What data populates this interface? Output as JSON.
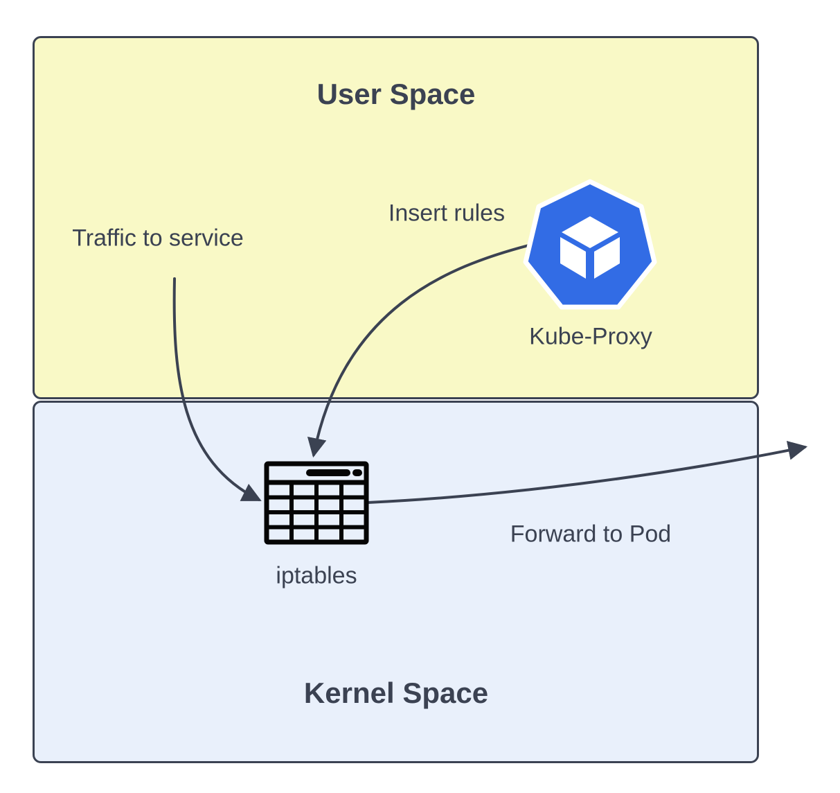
{
  "diagram": {
    "title_user_space": "User Space",
    "title_kernel_space": "Kernel Space",
    "labels": {
      "traffic_to_service": "Traffic to service",
      "insert_rules": "Insert rules",
      "kube_proxy": "Kube-Proxy",
      "iptables": "iptables",
      "forward_to_pod": "Forward to Pod"
    },
    "icons": {
      "kube_proxy_icon": "kubernetes-heptagon-with-cube",
      "iptables_icon": "table-grid"
    },
    "colors": {
      "canvas_background": "#ffffff",
      "user_space_fill": "#f9f9c6",
      "kernel_space_fill": "#e9f0fb",
      "box_border": "#3b4252",
      "arrow": "#3b4252",
      "text": "#3b4252",
      "kubernetes_blue": "#326ce5",
      "iptables_icon_black": "#050505"
    }
  }
}
